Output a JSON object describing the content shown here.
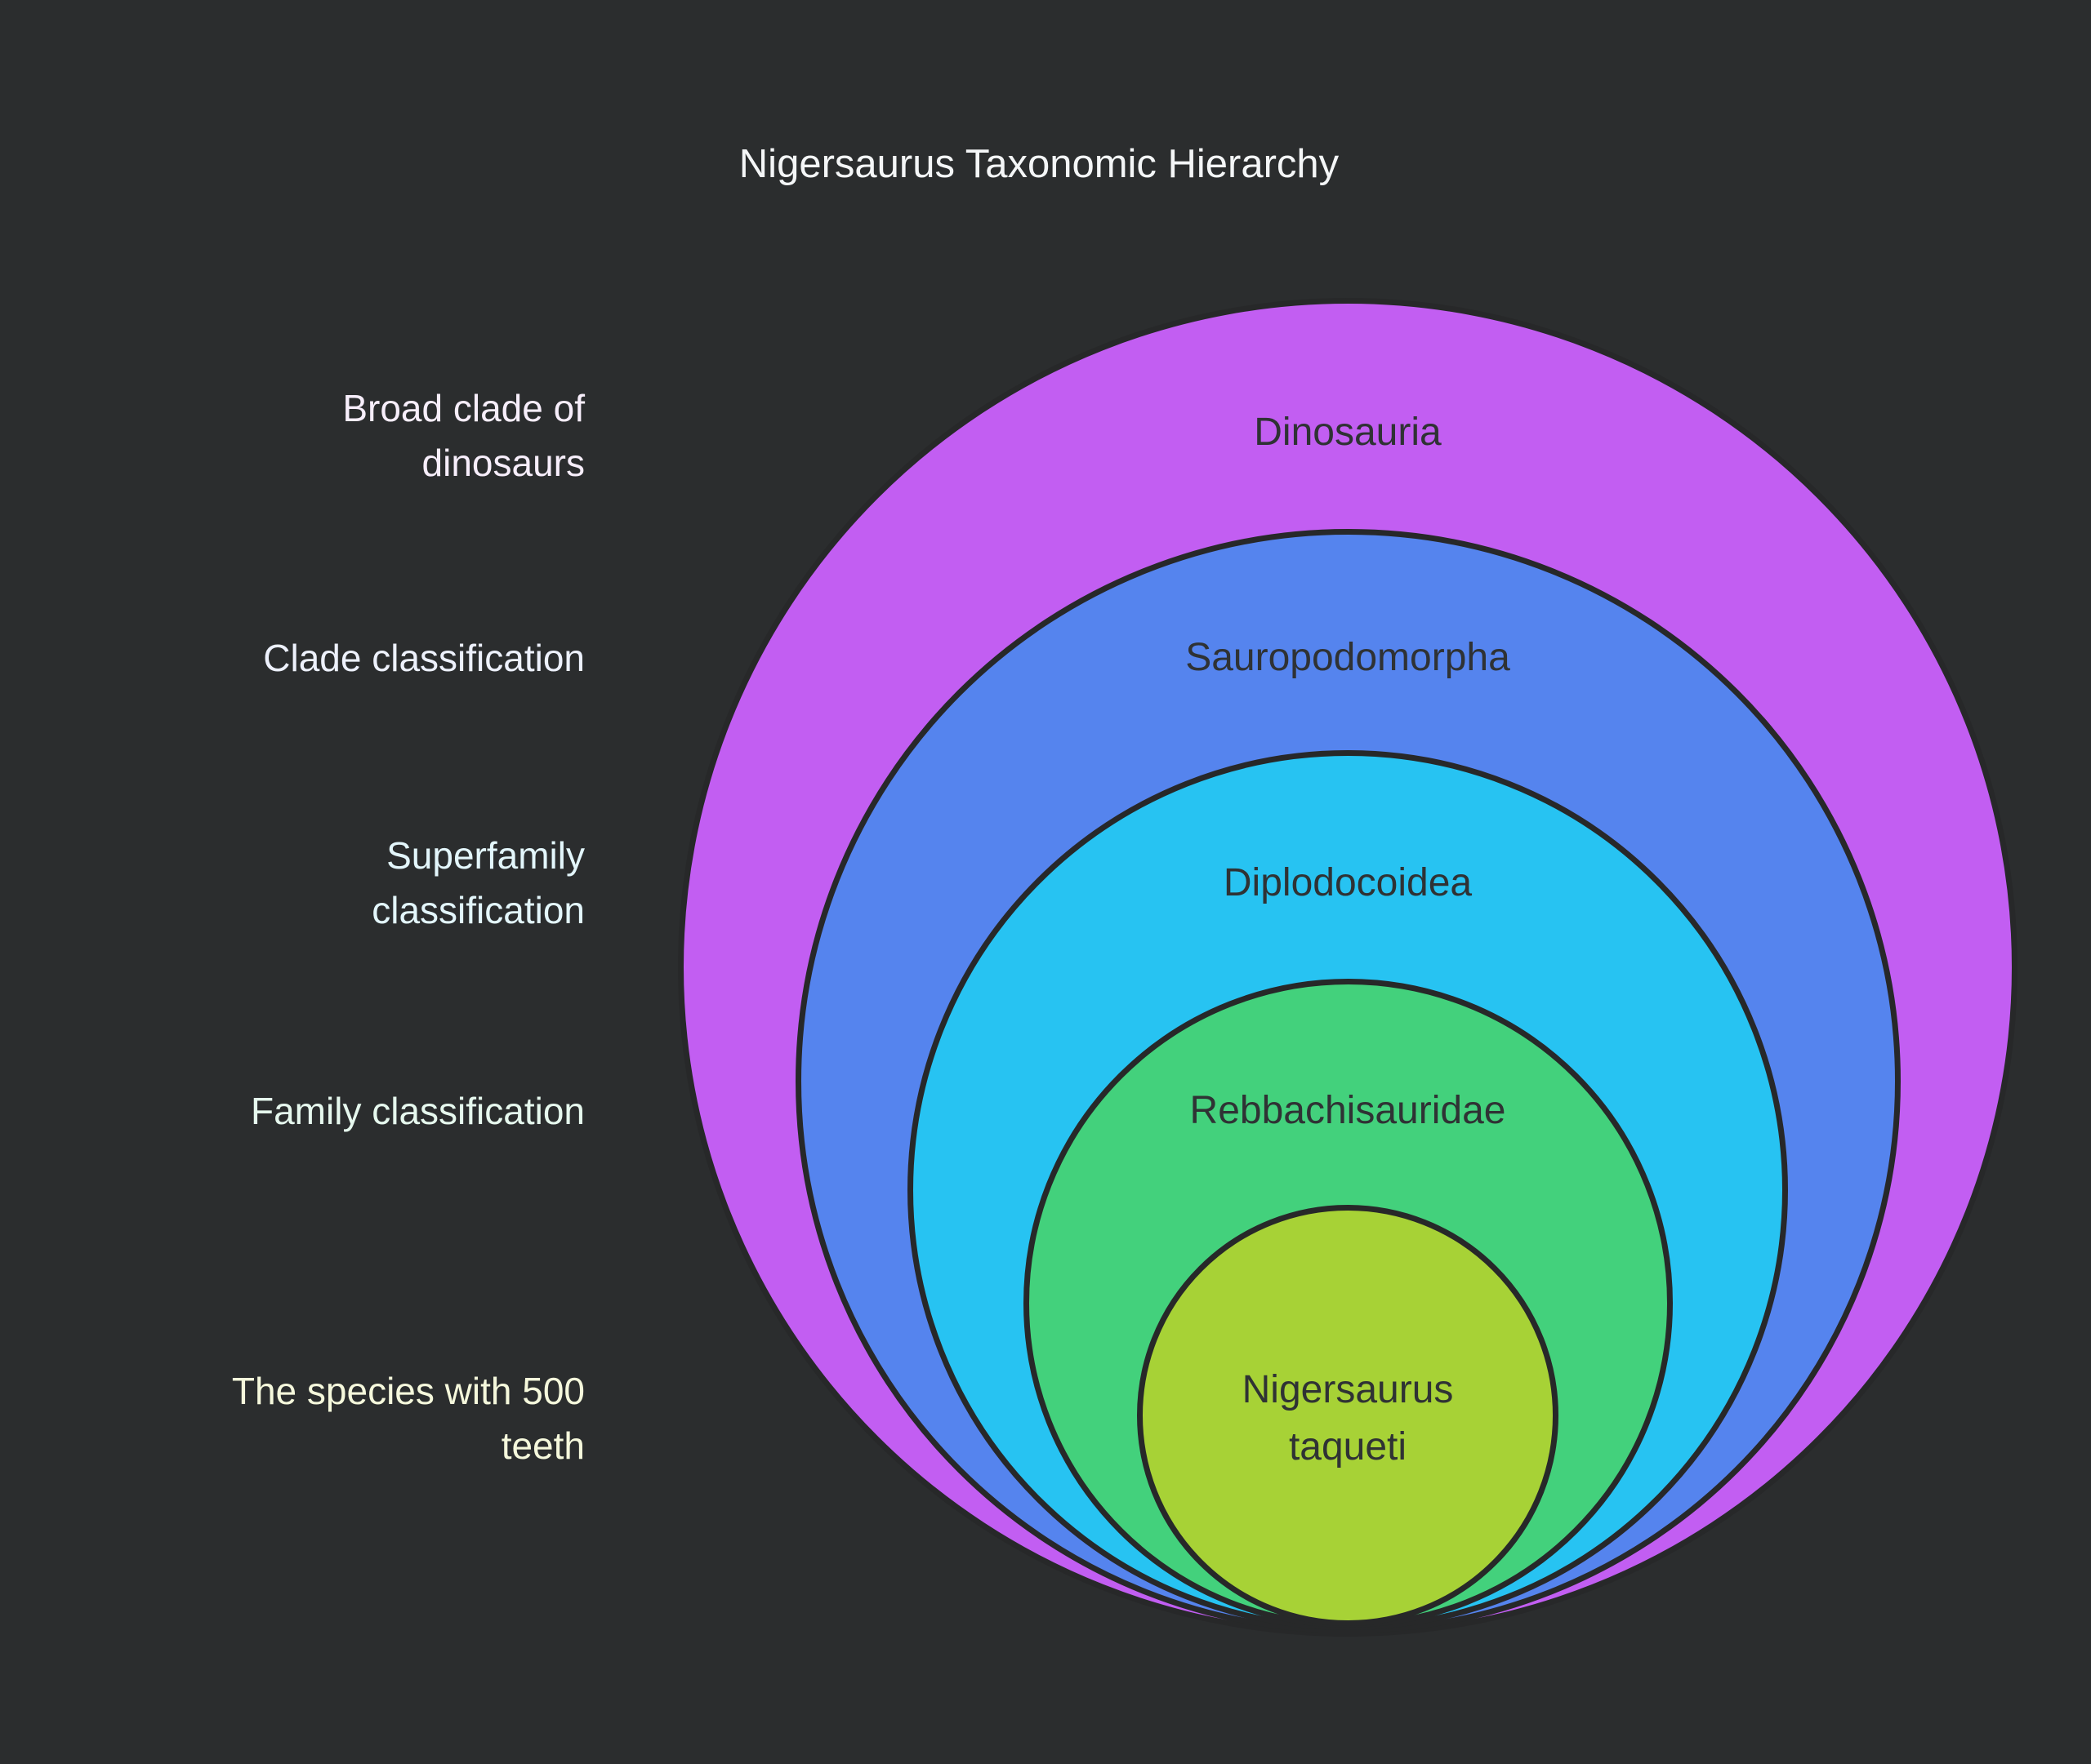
{
  "title": "Nigersaurus Taxonomic Hierarchy",
  "theme": {
    "background": "#2b2d2e",
    "circle_stroke": "#272829",
    "circle_text_color": "#2f3234",
    "title_color": "#f4f6f7"
  },
  "rings": [
    {
      "name": "Dinosauria",
      "side_label": "Broad clade of\ndinosaurs",
      "color": "#c25ef2",
      "side_label_color": "#f7eefb"
    },
    {
      "name": "Sauropodomorpha",
      "side_label": "Clade classification",
      "color": "#5584ee",
      "side_label_color": "#edf1fc"
    },
    {
      "name": "Diplodocoidea",
      "side_label": "Superfamily\nclassification",
      "color": "#27c3f2",
      "side_label_color": "#e3f6fb"
    },
    {
      "name": "Rebbachisauridae",
      "side_label": "Family classification",
      "color": "#43d17c",
      "side_label_color": "#e6f8ee"
    },
    {
      "name": "Nigersaurus\ntaqueti",
      "side_label": "The species with 500\nteeth",
      "color": "#a7d236",
      "side_label_color": "#f5f8dc"
    }
  ]
}
